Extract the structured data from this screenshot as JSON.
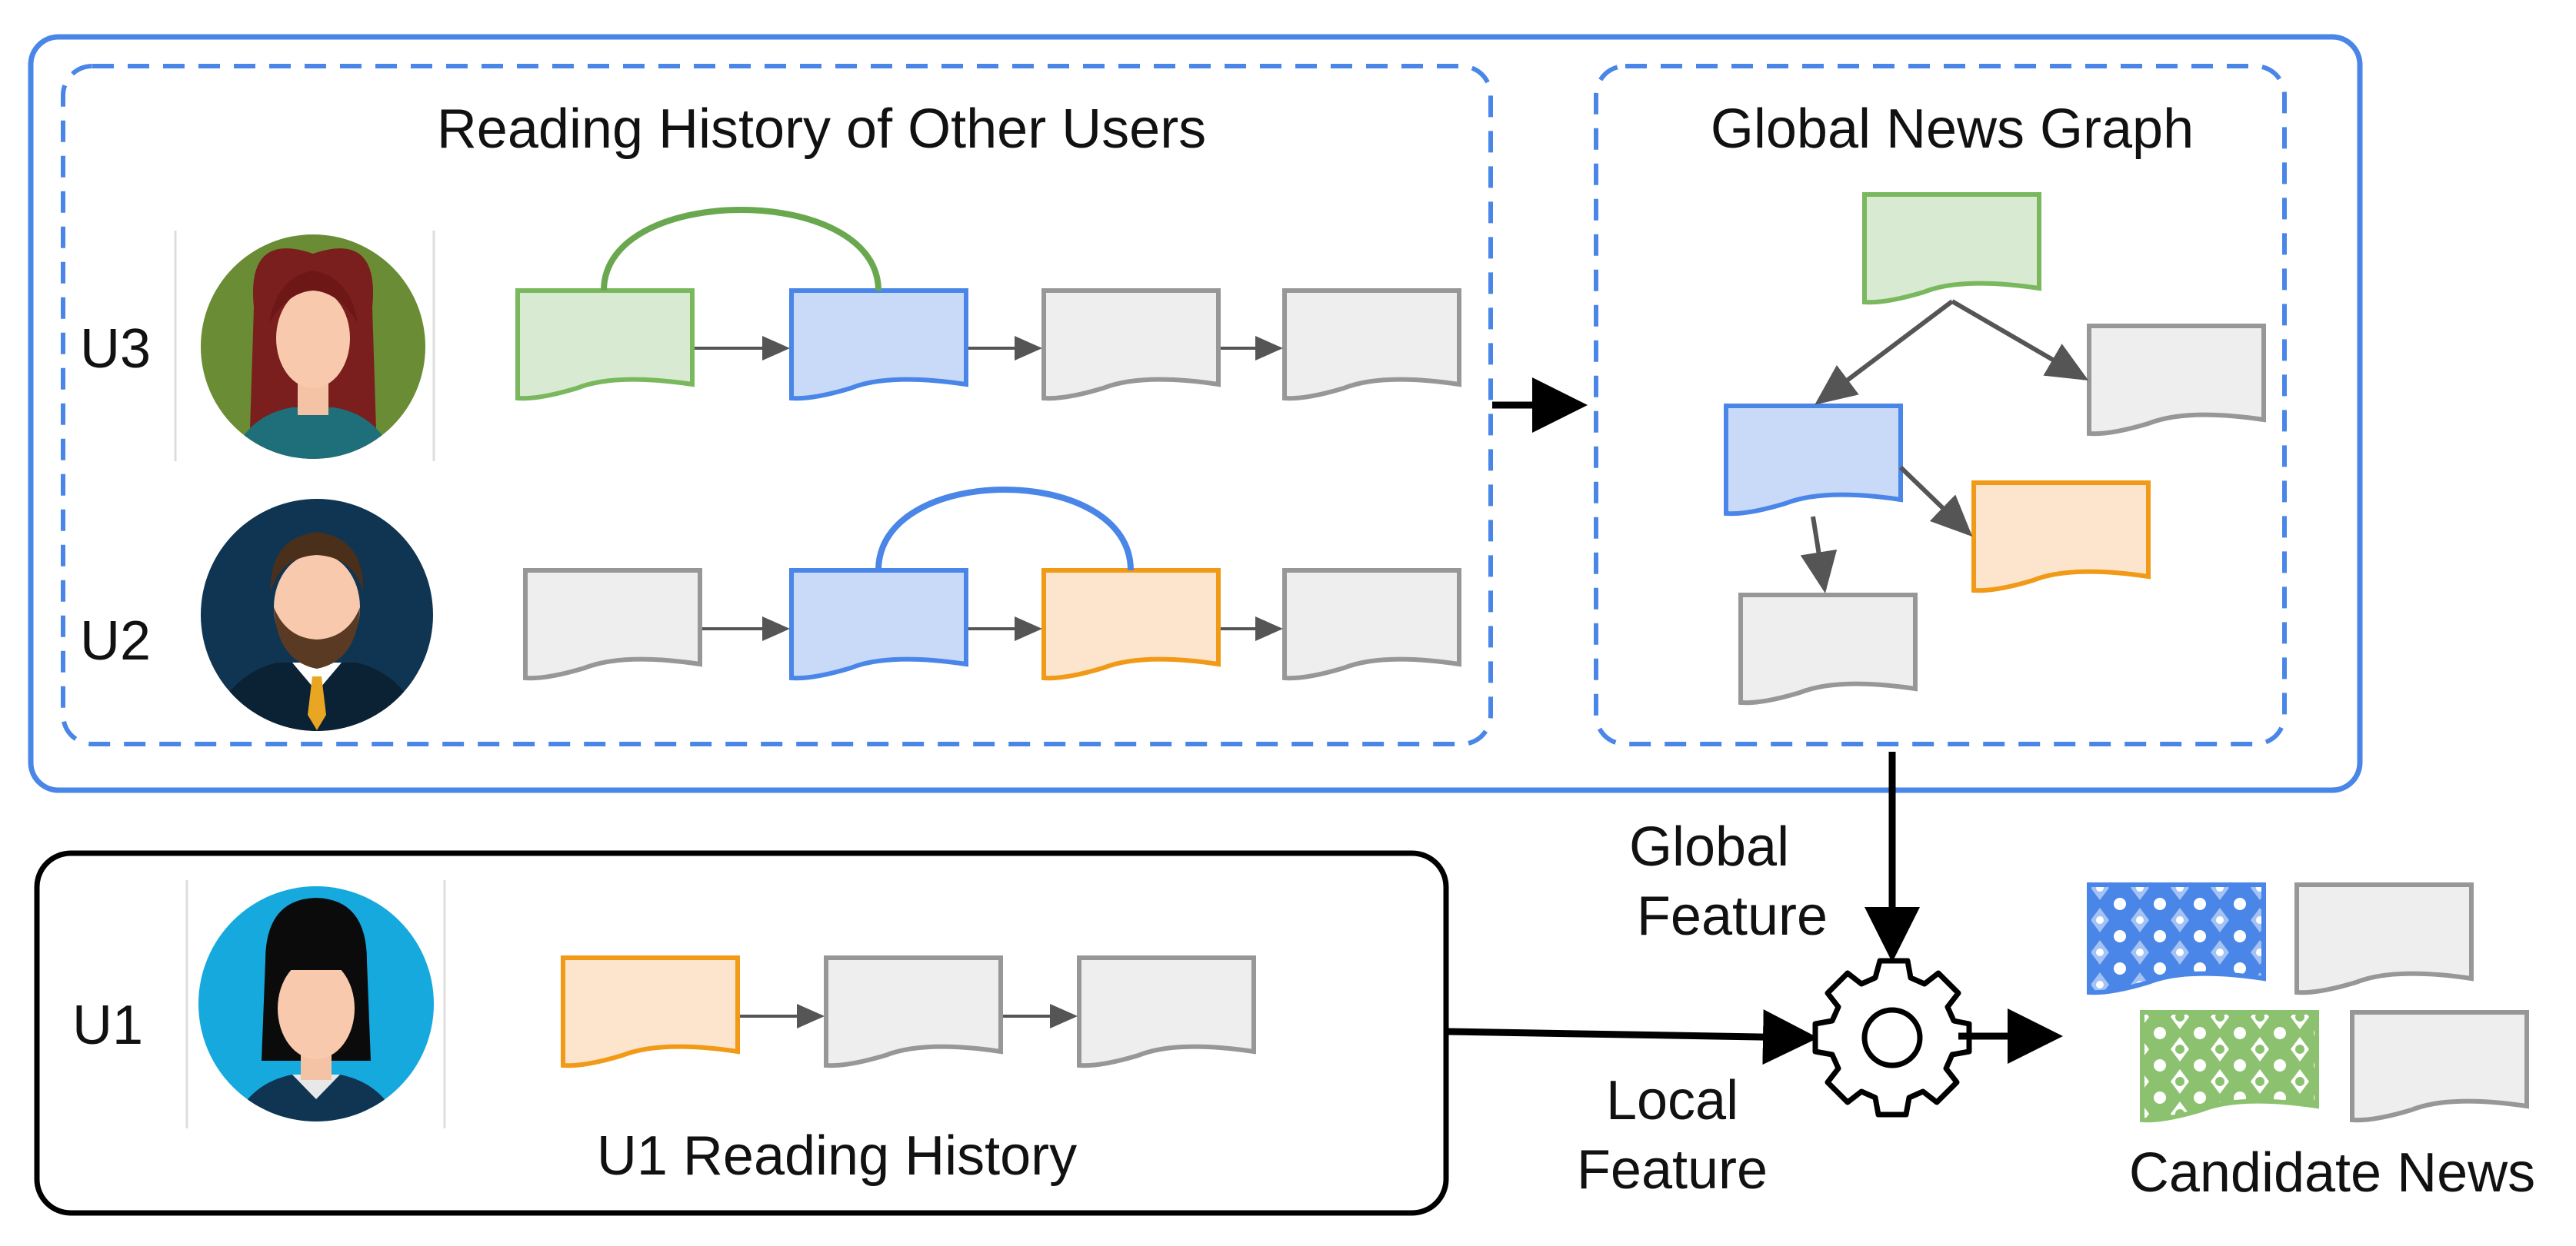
{
  "titles": {
    "other_history": "Reading History of Other Users",
    "global_graph": "Global News Graph",
    "u1_history": "U1 Reading History",
    "candidate": "Candidate News"
  },
  "users": {
    "u3": "U3",
    "u2": "U2",
    "u1": "U1"
  },
  "features": {
    "global_line1": "Global",
    "global_line2": "Feature",
    "local_line1": "Local",
    "local_line2": "Feature"
  },
  "colors": {
    "outer_frame": "#4a86e8",
    "green": "#7ab85e",
    "blue": "#4a86e8",
    "orange": "#f19a18",
    "gray": "#979797",
    "green_fill": "#d9ead3",
    "blue_fill": "#c9daf8",
    "orange_fill": "#fde5cd",
    "gray_fill": "#eeeeee"
  }
}
